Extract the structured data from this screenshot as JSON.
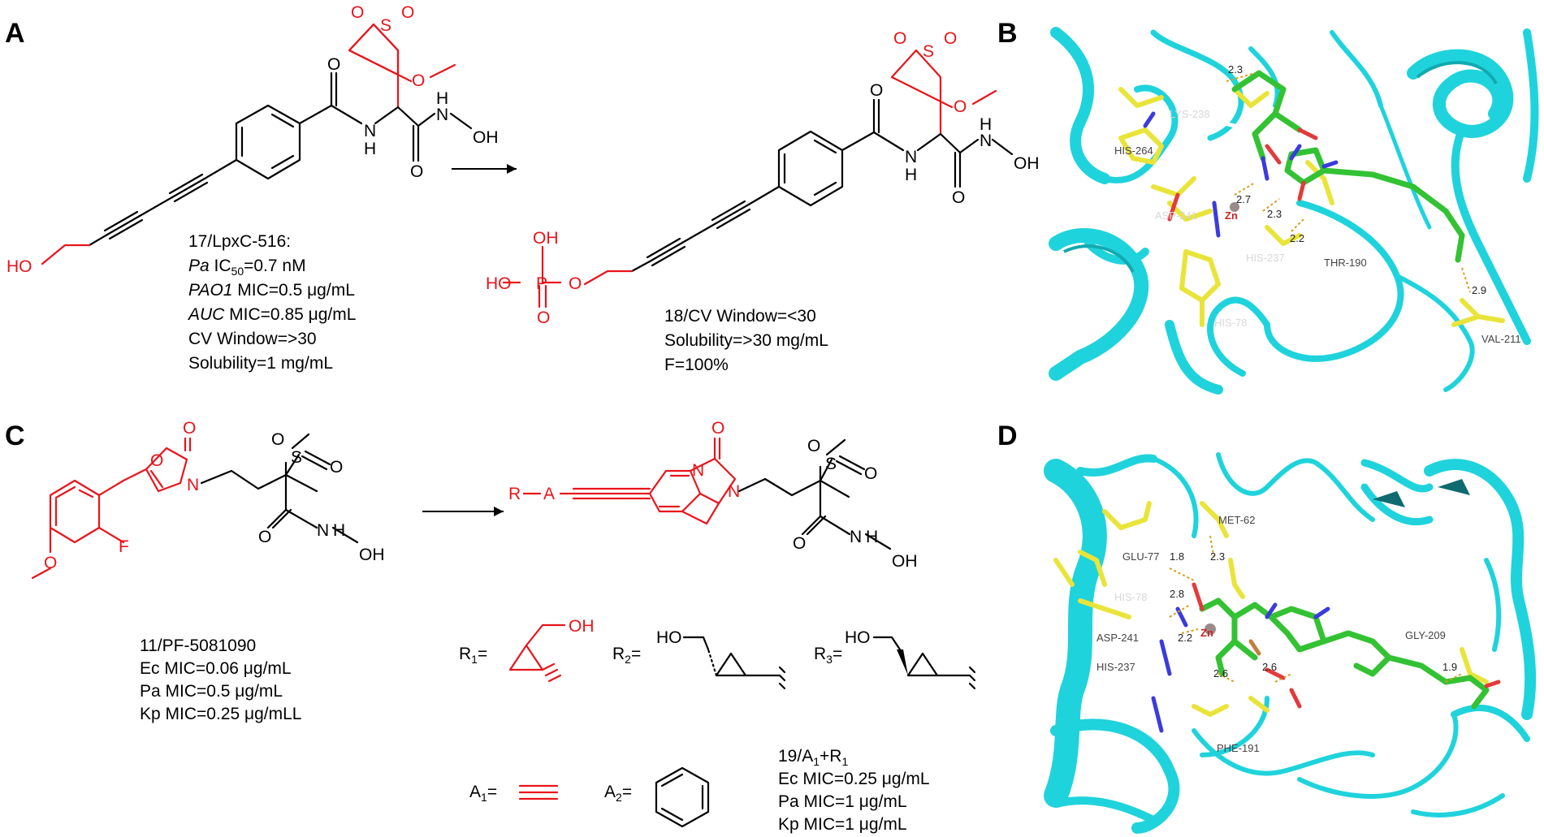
{
  "panels": {
    "a": {
      "letter": "A",
      "compound_left": {
        "atoms": {
          "S": "S",
          "O1": "O",
          "O2": "O",
          "O_ether": "O",
          "O_amide1": "O",
          "N_amide1": "N",
          "H_amide1": "H",
          "O_amide2": "O",
          "N_hydrox": "N",
          "H_hydrox": "H",
          "OH_hydrox": "OH",
          "HO_tail": "HO"
        },
        "info": [
          "17/LpxC-516:",
          "Pa IC50=0.7 nM",
          "PAO1 MIC=0.5 μg/mL",
          "AUC MIC=0.85 μg/mL",
          "CV Window=>30",
          "Solubility=1 mg/mL"
        ],
        "info_italic_prefix": {
          "line2": "Pa",
          "line2_rest": " IC",
          "line2_sub": "50",
          "line2_tail": "=0.7 nM",
          "line3": "PAO1",
          "line3_rest": " MIC=0.5 μg/mL",
          "line4": "AUC",
          "line4_rest": " MIC=0.85 μg/mL"
        }
      },
      "compound_right": {
        "atoms": {
          "S": "S",
          "O1": "O",
          "O2": "O",
          "O_ether": "O",
          "O_amide1": "O",
          "N_amide1": "N",
          "H_amide1": "H",
          "O_amide2": "O",
          "N_hydrox": "N",
          "H_hydrox": "H",
          "OH_hydrox": "OH",
          "OH_P": "OH",
          "HO_P": "HO",
          "P": "P",
          "O_P_link": "O",
          "O_P_dbl": "O"
        },
        "info": [
          "18/CV Window=<30",
          "Solubility=>30 mg/mL",
          "F=100%"
        ]
      }
    },
    "b": {
      "letter": "B",
      "residues": [
        "LYS-238",
        "HIS-264",
        "ASP-241",
        "HIS-237",
        "THR-190",
        "HIS-78",
        "VAL-211"
      ],
      "distances": [
        "2.3",
        "2.7",
        "2.3",
        "2.2",
        "2.9"
      ],
      "zn": "Zn"
    },
    "c": {
      "letter": "C",
      "compound_left": {
        "atoms": {
          "O_ring": "O",
          "O_carbonyl": "O",
          "N_ring": "N",
          "S": "S",
          "O_s1": "O",
          "O_s2": "O",
          "O_amide": "O",
          "N_hydrox": "N",
          "H_hydrox": "H",
          "OH_hydrox": "OH",
          "F": "F",
          "O_methoxy": "O"
        },
        "info": [
          "11/PF-5081090",
          "Ec MIC=0.06 μg/mL",
          "Pa MIC=0.5 μg/mL",
          "Kp MIC=0.25 μg/mLL"
        ]
      },
      "compound_right": {
        "atoms": {
          "R": "R",
          "A": "A",
          "O_carbonyl": "O",
          "N1": "N",
          "N2": "N",
          "S": "S",
          "O_s1": "O",
          "O_s2": "O",
          "O_amide": "O",
          "N_hydrox": "N",
          "H_hydrox": "H",
          "OH_hydrox": "OH"
        },
        "info": [
          "19/A1+R1",
          "Ec MIC=0.25 μg/mL",
          "Pa MIC=1 μg/mL",
          "Kp MIC=1 μg/mL"
        ],
        "info_first": {
          "pre": "19/A",
          "sub": "1",
          "post": "+R",
          "sub2": "1"
        }
      },
      "substituents": {
        "R1": {
          "label": "R",
          "sub": "1",
          "eq": "=",
          "group": "OH"
        },
        "R2": {
          "label": "R",
          "sub": "2",
          "eq": "=",
          "group": "HO"
        },
        "R3": {
          "label": "R",
          "sub": "3",
          "eq": "=",
          "group": "HO"
        },
        "A1": {
          "label": "A",
          "sub": "1",
          "eq": "="
        },
        "A2": {
          "label": "A",
          "sub": "2",
          "eq": "="
        }
      }
    },
    "d": {
      "letter": "D",
      "residues": [
        "MET-62",
        "GLU-77",
        "HIS-78",
        "ASP-241",
        "HIS-237",
        "GLY-209",
        "PHE-191"
      ],
      "distances": [
        "1.8",
        "2.3",
        "2.8",
        "2.2",
        "2.6",
        "2.6",
        "1.9"
      ],
      "zn": "Zn"
    }
  },
  "colors": {
    "highlight": "#e8141b",
    "protein_cartoon": "#1fd3dc",
    "residue_carbon": "#e9e43a",
    "ligand_carbon": "#33c233"
  }
}
